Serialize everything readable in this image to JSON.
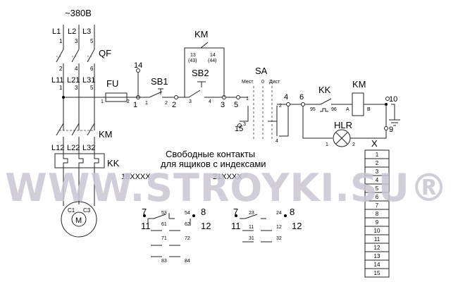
{
  "supply": "~380В",
  "phases": [
    "L1",
    "L2",
    "L3"
  ],
  "phase_terms_top": [
    "1",
    "3",
    "5"
  ],
  "qf": "QF",
  "qf_terms_bot": [
    "2",
    "4",
    "6"
  ],
  "l_after_qf": [
    "L11",
    "L21",
    "L31"
  ],
  "l_after_terms": [
    "1",
    "3",
    "5"
  ],
  "fu": "FU",
  "fu_terms": [
    "1",
    "2"
  ],
  "n14": "14",
  "n1": "1",
  "sb1": "SB1",
  "sb1_terms": [
    "1",
    "2"
  ],
  "n2": "2",
  "km_top": "KM",
  "km_contact_terms": [
    "13",
    "(43)",
    "14",
    "(44)"
  ],
  "sb2": "SB2",
  "sb2_terms": [
    "3",
    "4"
  ],
  "n3": "3",
  "n5": "5",
  "sa": "SA",
  "sa_positions": [
    "Мест",
    "0",
    "Дист"
  ],
  "sa_terms": [
    "1",
    "2",
    "3",
    "4"
  ],
  "n15": "15",
  "n4": "4",
  "n6": "6",
  "kk_top": "KK",
  "kk_terms": [
    "95",
    "96"
  ],
  "km_coil": "KM",
  "coil_terms": [
    "A",
    "B"
  ],
  "n10": "10",
  "n9": "9",
  "hlr": "HLR",
  "hlr_terms": [
    "1",
    "2"
  ],
  "km_left": "KM",
  "l_bottom": [
    "L12",
    "L22",
    "L32"
  ],
  "kk_left": "KK",
  "motor_terms": [
    "C1",
    "C3"
  ],
  "motor": "M",
  "free_contacts_title": [
    "Свободные контакты",
    "для ящиков с индексами"
  ],
  "hidden_idx": [
    "18XXXX",
    "21XXXX"
  ],
  "group1": {
    "left_nodes": [
      "7",
      "11"
    ],
    "right_nodes": [
      "8",
      "12"
    ],
    "contacts": [
      [
        "53",
        "54"
      ],
      [
        "61",
        "62"
      ],
      [
        "71",
        "72"
      ],
      [
        "83",
        "84"
      ]
    ]
  },
  "group2": {
    "left_nodes": [
      "7",
      "11"
    ],
    "right_nodes": [
      "8",
      "12"
    ],
    "contacts": [
      [
        "23",
        "24"
      ],
      [
        "11",
        "12"
      ],
      [
        "31",
        "32"
      ]
    ]
  },
  "terminal_block": {
    "title": "X",
    "rows": [
      "1",
      "2",
      "3",
      "4",
      "5",
      "6",
      "7",
      "8",
      "9",
      "10",
      "11",
      "12",
      "13",
      "14",
      "15"
    ]
  },
  "watermark": "WWW.STROYKI.SU®"
}
